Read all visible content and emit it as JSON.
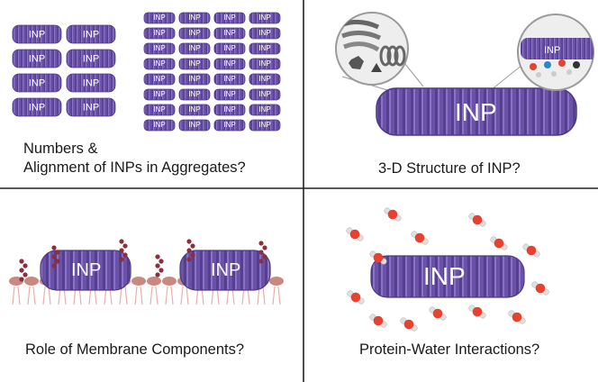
{
  "panels": [
    {
      "caption_lines": [
        "Numbers &",
        "Alignment of INPs in Aggregates?"
      ],
      "grid_a_labels": [
        "INP",
        "INP",
        "INP",
        "INP",
        "INP",
        "INP",
        "INP",
        "INP"
      ],
      "grid_b_labels": [
        "INP",
        "INP",
        "INP",
        "INP",
        "INP",
        "INP",
        "INP",
        "INP",
        "INP",
        "INP",
        "INP",
        "INP",
        "INP",
        "INP",
        "INP",
        "INP",
        "INP",
        "INP",
        "INP",
        "INP",
        "INP",
        "INP",
        "INP",
        "INP",
        "INP",
        "INP",
        "INP",
        "INP",
        "INP",
        "INP",
        "INP",
        "INP"
      ]
    },
    {
      "caption": "3-D Structure of INP?",
      "main_label": "INP",
      "zoom_label": "INP"
    },
    {
      "caption": "Role of Membrane Components?",
      "labels": [
        "INP",
        "INP"
      ]
    },
    {
      "caption": "Protein-Water Interactions?",
      "main_label": "INP"
    }
  ],
  "colors": {
    "protein": "#6b52a8",
    "protein_dark": "#4c3a86",
    "protein_light": "#8a72c4",
    "membrane_head": "#c98880",
    "membrane_tail": "#e7b0aa",
    "sugar": "#8b2f3c",
    "oxygen": "#e8412f",
    "hydrogen": "#d9d9d9",
    "nitrogen": "#2f86c8",
    "carbon": "#333333"
  }
}
